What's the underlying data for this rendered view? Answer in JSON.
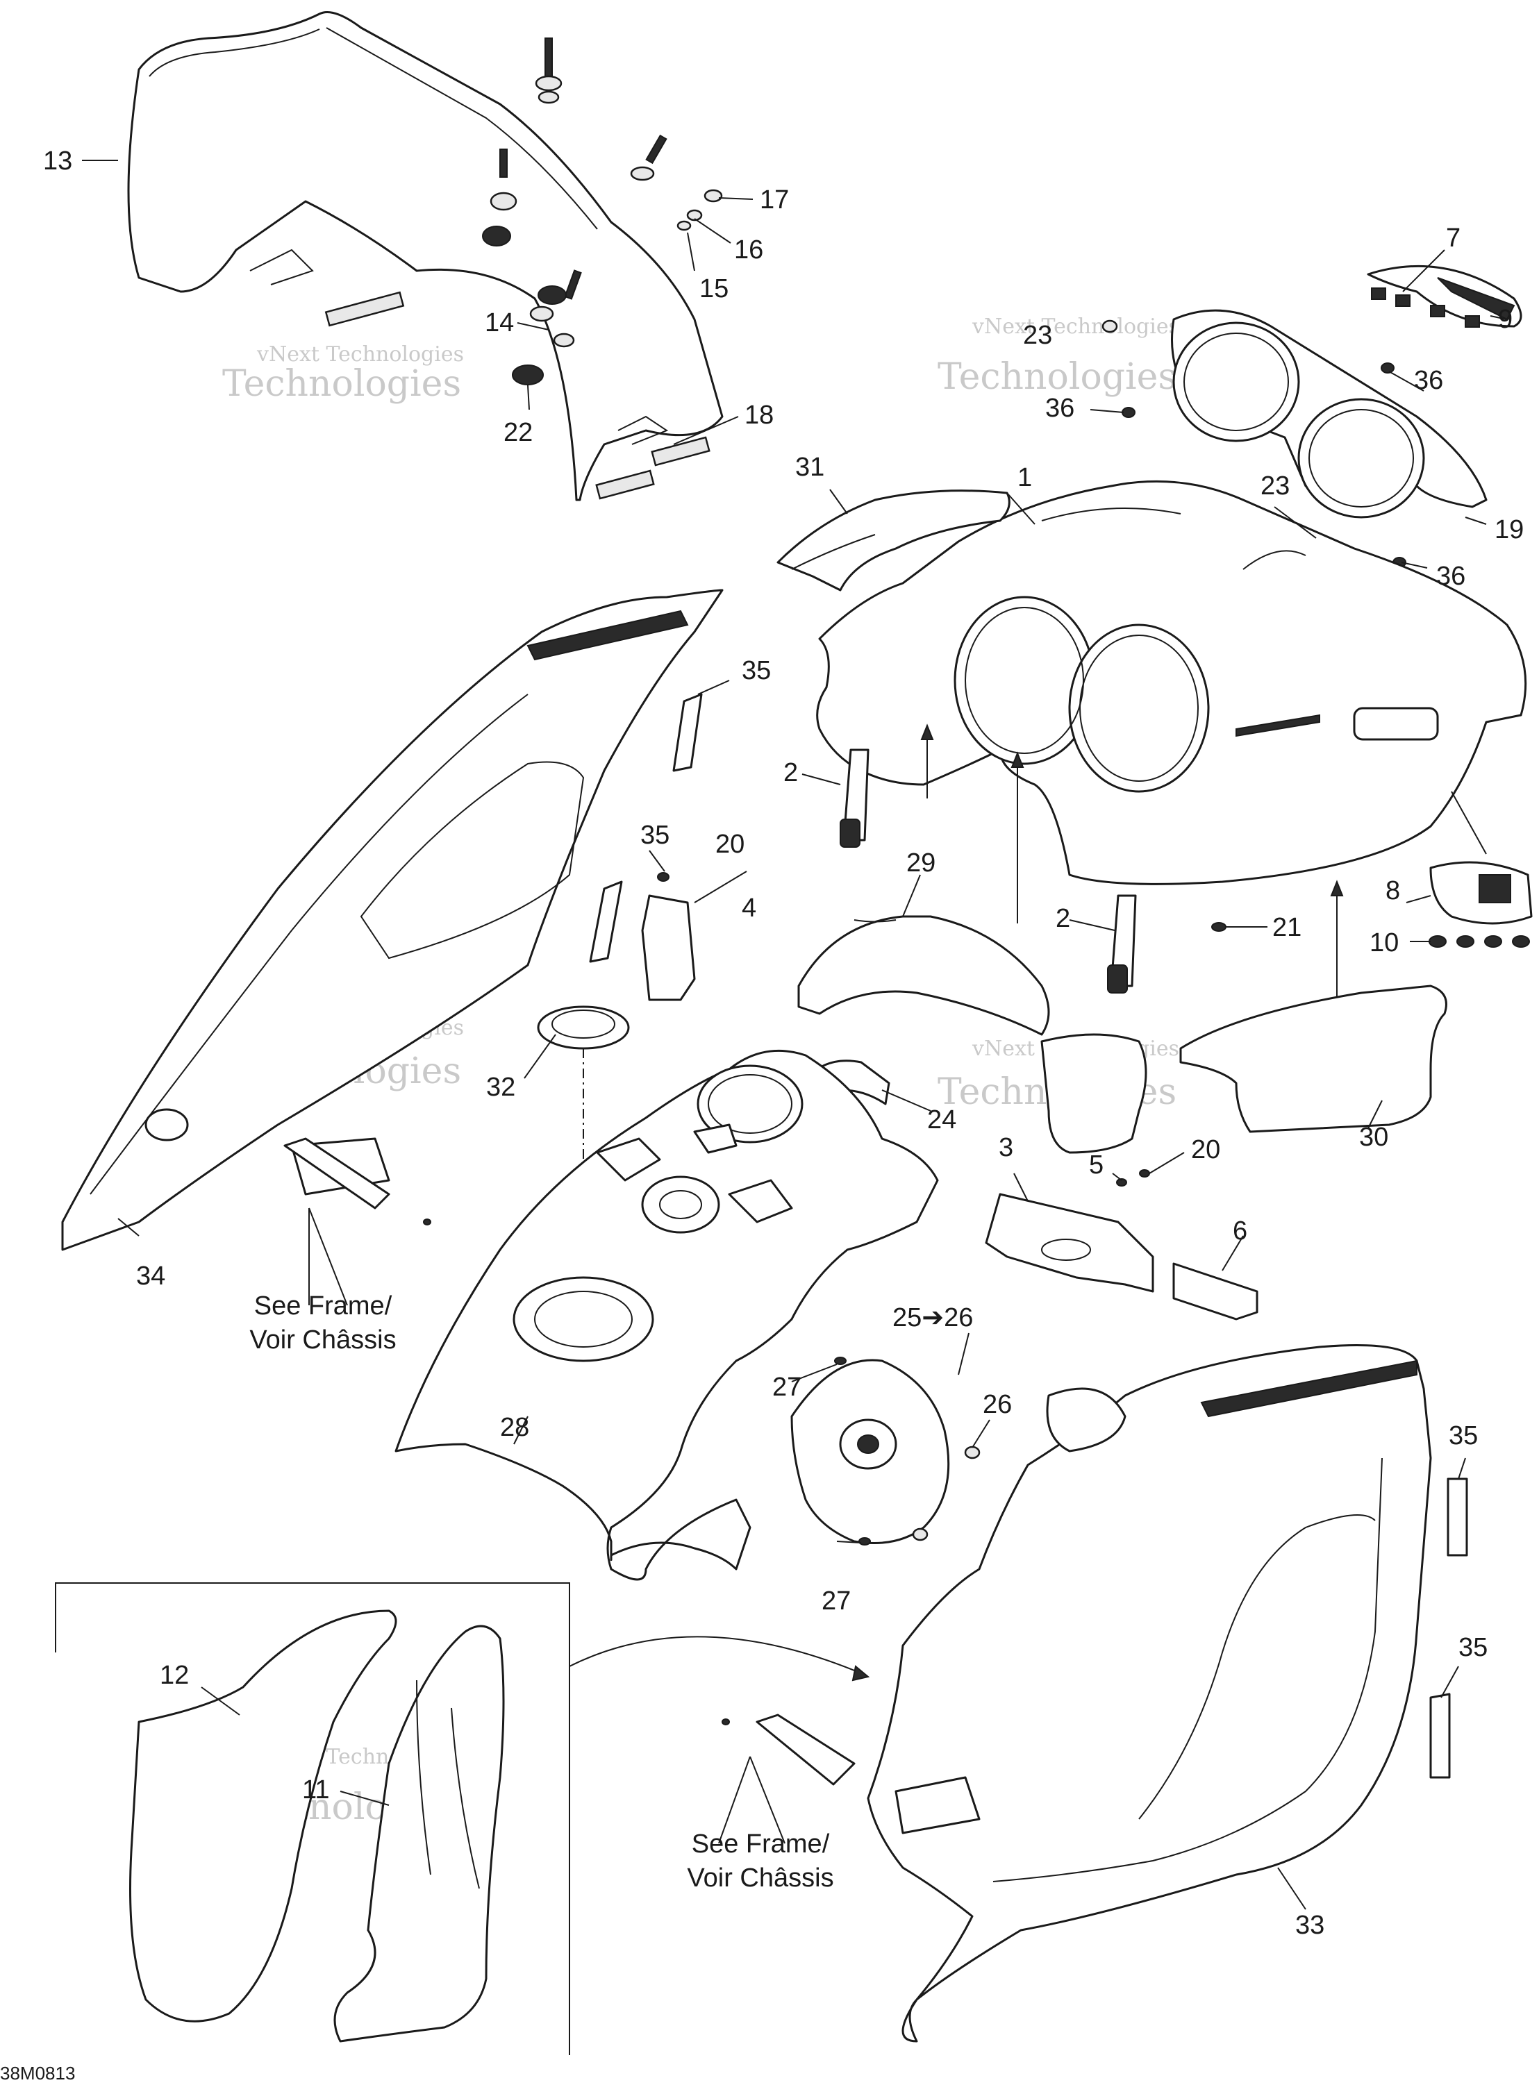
{
  "diagram": {
    "callouts": [
      {
        "id": "c1",
        "text": "1"
      },
      {
        "id": "c2a",
        "text": "2"
      },
      {
        "id": "c2b",
        "text": "2"
      },
      {
        "id": "c3",
        "text": "3"
      },
      {
        "id": "c4",
        "text": "4"
      },
      {
        "id": "c5",
        "text": "5"
      },
      {
        "id": "c6",
        "text": "6"
      },
      {
        "id": "c7",
        "text": "7"
      },
      {
        "id": "c8",
        "text": "8"
      },
      {
        "id": "c9",
        "text": "9"
      },
      {
        "id": "c10",
        "text": "10"
      },
      {
        "id": "c11",
        "text": "11"
      },
      {
        "id": "c12",
        "text": "12"
      },
      {
        "id": "c13",
        "text": "13"
      },
      {
        "id": "c14",
        "text": "14"
      },
      {
        "id": "c15",
        "text": "15"
      },
      {
        "id": "c16",
        "text": "16"
      },
      {
        "id": "c17",
        "text": "17"
      },
      {
        "id": "c18",
        "text": "18"
      },
      {
        "id": "c19",
        "text": "19"
      },
      {
        "id": "c20a",
        "text": "20"
      },
      {
        "id": "c20b",
        "text": "20"
      },
      {
        "id": "c21",
        "text": "21"
      },
      {
        "id": "c22",
        "text": "22"
      },
      {
        "id": "c23a",
        "text": "23"
      },
      {
        "id": "c23b",
        "text": "23"
      },
      {
        "id": "c24",
        "text": "24"
      },
      {
        "id": "c2526",
        "text": "25➔26"
      },
      {
        "id": "c26",
        "text": "26"
      },
      {
        "id": "c27a",
        "text": "27"
      },
      {
        "id": "c27b",
        "text": "27"
      },
      {
        "id": "c28",
        "text": "28"
      },
      {
        "id": "c29",
        "text": "29"
      },
      {
        "id": "c30",
        "text": "30"
      },
      {
        "id": "c31",
        "text": "31"
      },
      {
        "id": "c32",
        "text": "32"
      },
      {
        "id": "c33",
        "text": "33"
      },
      {
        "id": "c34",
        "text": "34"
      },
      {
        "id": "c35a",
        "text": "35"
      },
      {
        "id": "c35b",
        "text": "35"
      },
      {
        "id": "c35c",
        "text": "35"
      },
      {
        "id": "c35d",
        "text": "35"
      },
      {
        "id": "c36a",
        "text": "36"
      },
      {
        "id": "c36b",
        "text": "36"
      },
      {
        "id": "c36c",
        "text": "36"
      }
    ],
    "notes": {
      "see_frame_left_1": "See Frame/",
      "see_frame_left_2": "Voir Châssis",
      "see_frame_right_1": "See Frame/",
      "see_frame_right_2": "Voir Châssis"
    },
    "drawing_code": "38M0813",
    "watermark": {
      "line1": "vNext Technologies",
      "line2": "Technologies"
    }
  }
}
